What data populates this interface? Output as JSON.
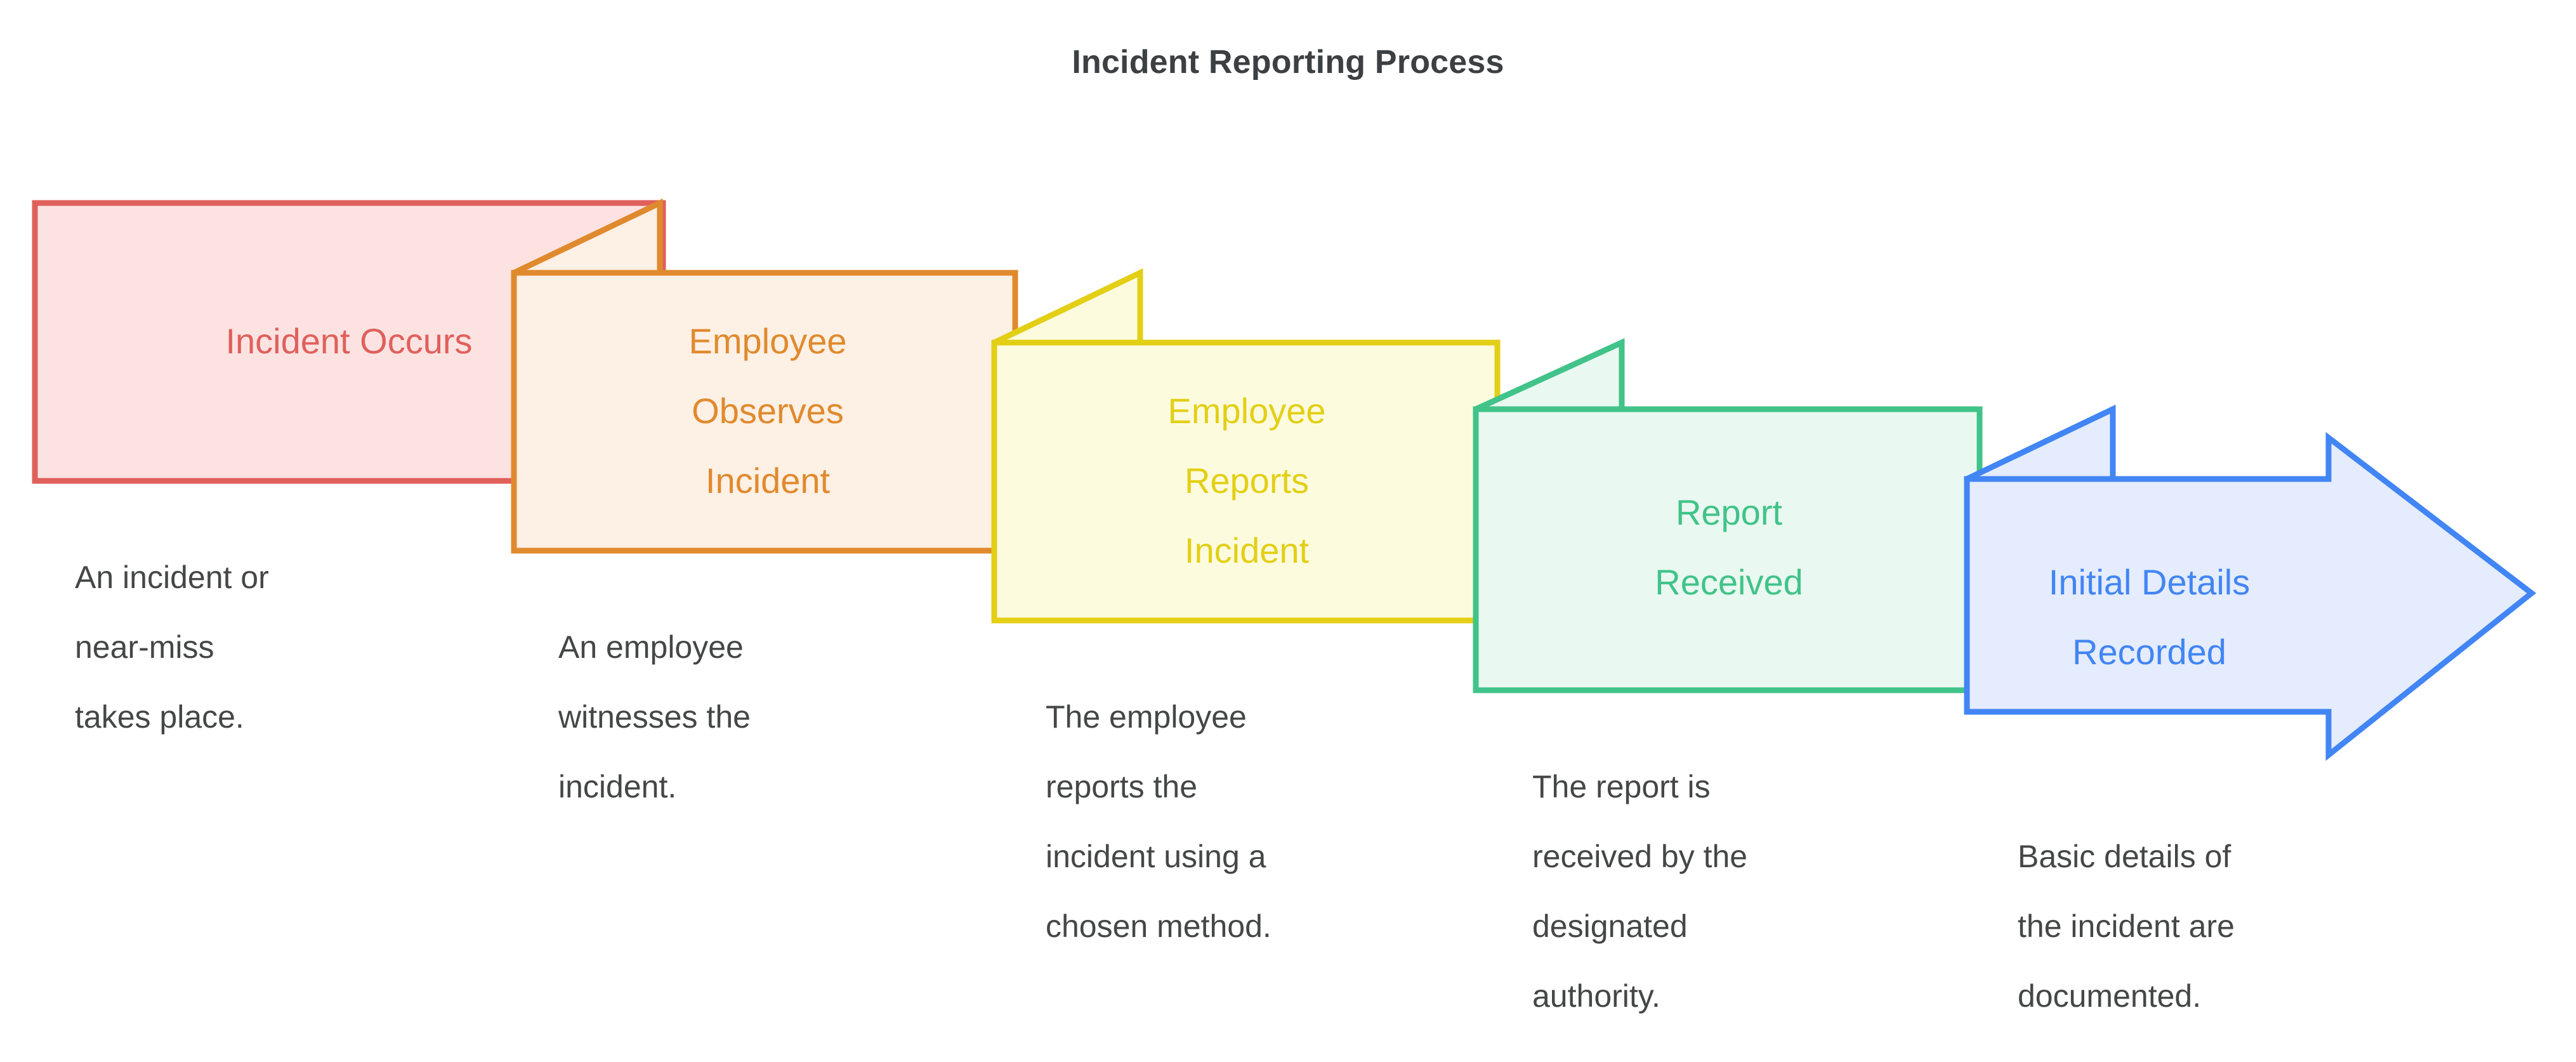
{
  "diagram": {
    "title": "Incident Reporting Process",
    "title_color": "#3c4043",
    "background": "#ffffff",
    "caption_color": "#444746",
    "type": "process-flow-chevron",
    "direction": "left-to-right",
    "step_count": 5,
    "steps": [
      {
        "index": 1,
        "label": "Incident Occurs",
        "caption": "An incident or\nnear-miss\ntakes place.",
        "stroke": "#e0605c",
        "fill": "#fce3e2",
        "text_color": "#e0605c",
        "has_tail": false,
        "has_arrow_head": false
      },
      {
        "index": 2,
        "label": "Employee\nObserves\nIncident",
        "caption": "An employee\nwitnesses the\nincident.",
        "stroke": "#e08a2e",
        "fill": "#fdf0e4",
        "text_color": "#e08a2e",
        "has_tail": true,
        "has_arrow_head": false
      },
      {
        "index": 3,
        "label": "Employee\nReports\nIncident",
        "caption": "The employee\nreports the\nincident using a\nchosen method.",
        "stroke": "#e3cf16",
        "fill": "#fdfbde",
        "text_color": "#e3cf16",
        "has_tail": true,
        "has_arrow_head": false
      },
      {
        "index": 4,
        "label": "Report\nReceived",
        "caption": "The report is\nreceived by the\ndesignated\nauthority.",
        "stroke": "#41c389",
        "fill": "#e9f8f0",
        "text_color": "#41c389",
        "has_tail": true,
        "has_arrow_head": false
      },
      {
        "index": 5,
        "label": "Initial Details\nRecorded",
        "caption": "Basic details of\nthe incident are\ndocumented.",
        "stroke": "#4285f4",
        "fill": "#e4ecfd",
        "text_color": "#4285f4",
        "has_tail": true,
        "has_arrow_head": true
      }
    ]
  },
  "chart_data": {
    "type": "diagram",
    "title": "Incident Reporting Process",
    "categories": [
      "Incident Occurs",
      "Employee Observes Incident",
      "Employee Reports Incident",
      "Report Received",
      "Initial Details Recorded"
    ],
    "annotations": [
      "An incident or near-miss takes place.",
      "An employee witnesses the incident.",
      "The employee reports the incident using a chosen method.",
      "The report is received by the designated authority.",
      "Basic details of the incident are documented."
    ],
    "legend": [],
    "grid": false
  }
}
